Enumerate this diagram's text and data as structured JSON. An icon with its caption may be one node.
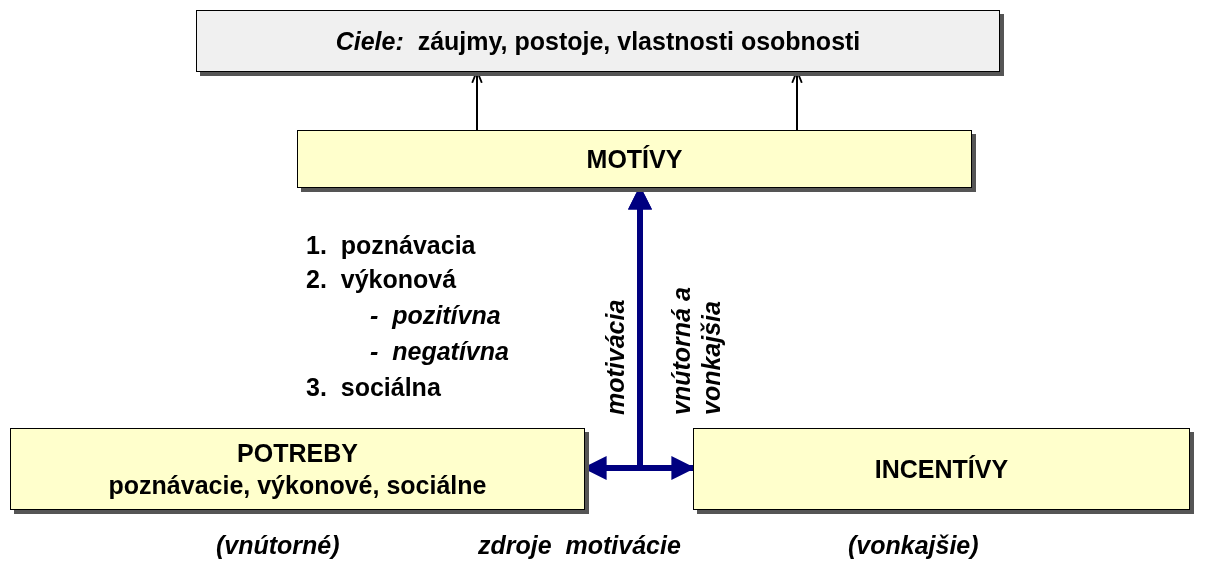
{
  "diagram": {
    "nodes": [
      {
        "text": [
          "*Ciele:*  záujmy, postoje, vlastnosti osobnosti"
        ]
      },
      {
        "text": [
          "MOTÍVY"
        ]
      },
      {
        "text": [
          "POTREBY",
          "poznávacie, výkonové, sociálne"
        ]
      },
      {
        "text": [
          "INCENTÍVY"
        ]
      }
    ],
    "edges": [
      {
        "from": 1,
        "to": 0,
        "arrow": "to"
      },
      {
        "from": 1,
        "to": 0,
        "arrow": "to"
      },
      {
        "from": 2,
        "to": 1,
        "arrow": "both",
        "label": "motivácia",
        "style": "thick",
        "color": "#000080"
      },
      {
        "from": 3,
        "to": 1,
        "arrow": "both",
        "label": "vnútorná a vonkajšia",
        "style": "thick",
        "color": "#000080"
      }
    ],
    "labels": [
      "1.  poznávacia",
      "2.  výkonová",
      "-  pozitívna",
      "-  negatívna",
      "3.  sociálna",
      "(vnútorné)",
      "zdroje  motivácie",
      "(vonkajšie)"
    ]
  }
}
